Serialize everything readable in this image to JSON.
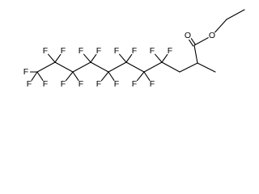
{
  "structure": {
    "atoms": [
      {
        "id": "Me_ester",
        "label": ""
      },
      {
        "id": "CH2_ester",
        "label": ""
      },
      {
        "id": "O_ester",
        "label": "O"
      },
      {
        "id": "C_carbonyl",
        "label": ""
      },
      {
        "id": "O_carbonyl",
        "label": "O"
      },
      {
        "id": "C2",
        "label": ""
      },
      {
        "id": "Me_branch",
        "label": ""
      },
      {
        "id": "C3",
        "label": ""
      },
      {
        "id": "C4",
        "label": ""
      },
      {
        "id": "F4a",
        "label": "F"
      },
      {
        "id": "F4b",
        "label": "F"
      },
      {
        "id": "C5",
        "label": ""
      },
      {
        "id": "F5a",
        "label": "F"
      },
      {
        "id": "F5b",
        "label": "F"
      },
      {
        "id": "C6",
        "label": ""
      },
      {
        "id": "F6a",
        "label": "F"
      },
      {
        "id": "F6b",
        "label": "F"
      },
      {
        "id": "C7",
        "label": ""
      },
      {
        "id": "F7a",
        "label": "F"
      },
      {
        "id": "F7b",
        "label": "F"
      },
      {
        "id": "C8",
        "label": ""
      },
      {
        "id": "F8a",
        "label": "F"
      },
      {
        "id": "F8b",
        "label": "F"
      },
      {
        "id": "C9",
        "label": ""
      },
      {
        "id": "F9a",
        "label": "F"
      },
      {
        "id": "F9b",
        "label": "F"
      },
      {
        "id": "C10",
        "label": ""
      },
      {
        "id": "F10a",
        "label": "F"
      },
      {
        "id": "F10b",
        "label": "F"
      },
      {
        "id": "C11",
        "label": ""
      },
      {
        "id": "F11a",
        "label": "F"
      },
      {
        "id": "F11b",
        "label": "F"
      },
      {
        "id": "F11c",
        "label": "F"
      }
    ],
    "bonds": [
      {
        "a": "Me_ester",
        "b": "CH2_ester",
        "order": 1
      },
      {
        "a": "CH2_ester",
        "b": "O_ester",
        "order": 1
      },
      {
        "a": "O_ester",
        "b": "C_carbonyl",
        "order": 1
      },
      {
        "a": "C_carbonyl",
        "b": "O_carbonyl",
        "order": 2
      },
      {
        "a": "C_carbonyl",
        "b": "C2",
        "order": 1
      },
      {
        "a": "C2",
        "b": "Me_branch",
        "order": 1
      },
      {
        "a": "C2",
        "b": "C3",
        "order": 1
      },
      {
        "a": "C3",
        "b": "C4",
        "order": 1
      },
      {
        "a": "C4",
        "b": "F4a",
        "order": 1
      },
      {
        "a": "C4",
        "b": "F4b",
        "order": 1
      },
      {
        "a": "C4",
        "b": "C5",
        "order": 1
      },
      {
        "a": "C5",
        "b": "F5a",
        "order": 1
      },
      {
        "a": "C5",
        "b": "F5b",
        "order": 1
      },
      {
        "a": "C5",
        "b": "C6",
        "order": 1
      },
      {
        "a": "C6",
        "b": "F6a",
        "order": 1
      },
      {
        "a": "C6",
        "b": "F6b",
        "order": 1
      },
      {
        "a": "C6",
        "b": "C7",
        "order": 1
      },
      {
        "a": "C7",
        "b": "F7a",
        "order": 1
      },
      {
        "a": "C7",
        "b": "F7b",
        "order": 1
      },
      {
        "a": "C7",
        "b": "C8",
        "order": 1
      },
      {
        "a": "C8",
        "b": "F8a",
        "order": 1
      },
      {
        "a": "C8",
        "b": "F8b",
        "order": 1
      },
      {
        "a": "C8",
        "b": "C9",
        "order": 1
      },
      {
        "a": "C9",
        "b": "F9a",
        "order": 1
      },
      {
        "a": "C9",
        "b": "F9b",
        "order": 1
      },
      {
        "a": "C9",
        "b": "C10",
        "order": 1
      },
      {
        "a": "C10",
        "b": "F10a",
        "order": 1
      },
      {
        "a": "C10",
        "b": "F10b",
        "order": 1
      },
      {
        "a": "C10",
        "b": "C11",
        "order": 1
      },
      {
        "a": "C11",
        "b": "F11a",
        "order": 1
      },
      {
        "a": "C11",
        "b": "F11b",
        "order": 1
      },
      {
        "a": "C11",
        "b": "F11c",
        "order": 1
      }
    ]
  }
}
